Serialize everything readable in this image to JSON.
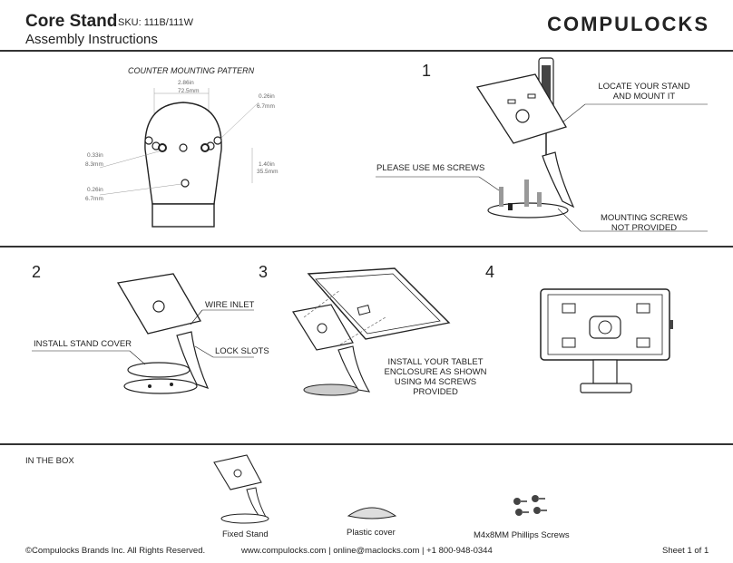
{
  "header": {
    "title": "Core Stand",
    "sku": "SKU: 111B/111W",
    "subtitle": "Assembly Instructions",
    "logo": "COMPULOCKS"
  },
  "pattern": {
    "title": "COUNTER MOUNTING PATTERN",
    "dim_top_in": "2.86in",
    "dim_top_mm": "72.5mm",
    "dim_hole_in": "0.26in",
    "dim_hole_mm": "6.7mm",
    "dim_mid_in": "0.33in",
    "dim_mid_mm": "8.3mm",
    "dim_side_in": "1.40in",
    "dim_side_mm": "35.5mm",
    "dim_low_in": "0.26in",
    "dim_low_mm": "6.7mm"
  },
  "step1": {
    "number": "1",
    "locate_line1": "LOCATE YOUR STAND",
    "locate_line2": "AND MOUNT IT",
    "screws_label": "PLEASE USE M6 SCREWS",
    "mounting_line1": "MOUNTING SCREWS",
    "mounting_line2": "NOT PROVIDED"
  },
  "step2": {
    "number": "2",
    "wire_inlet": "WIRE INLET",
    "install_cover": "INSTALL STAND COVER",
    "lock_slots": "LOCK SLOTS"
  },
  "step3": {
    "number": "3",
    "line1": "INSTALL YOUR TABLET",
    "line2": "ENCLOSURE AS SHOWN",
    "line3": "USING M4 SCREWS",
    "line4": "PROVIDED"
  },
  "step4": {
    "number": "4"
  },
  "inbox": {
    "title": "IN THE BOX",
    "item1": "Fixed Stand",
    "item2": "Plastic cover",
    "item3": "M4x8MM Phillips Screws"
  },
  "footer": {
    "copyright": "©Compulocks Brands Inc. All Rights Reserved.",
    "contact": "www.compulocks.com | online@maclocks.com | +1 800-948-0344",
    "sheet": "Sheet 1 of 1"
  }
}
